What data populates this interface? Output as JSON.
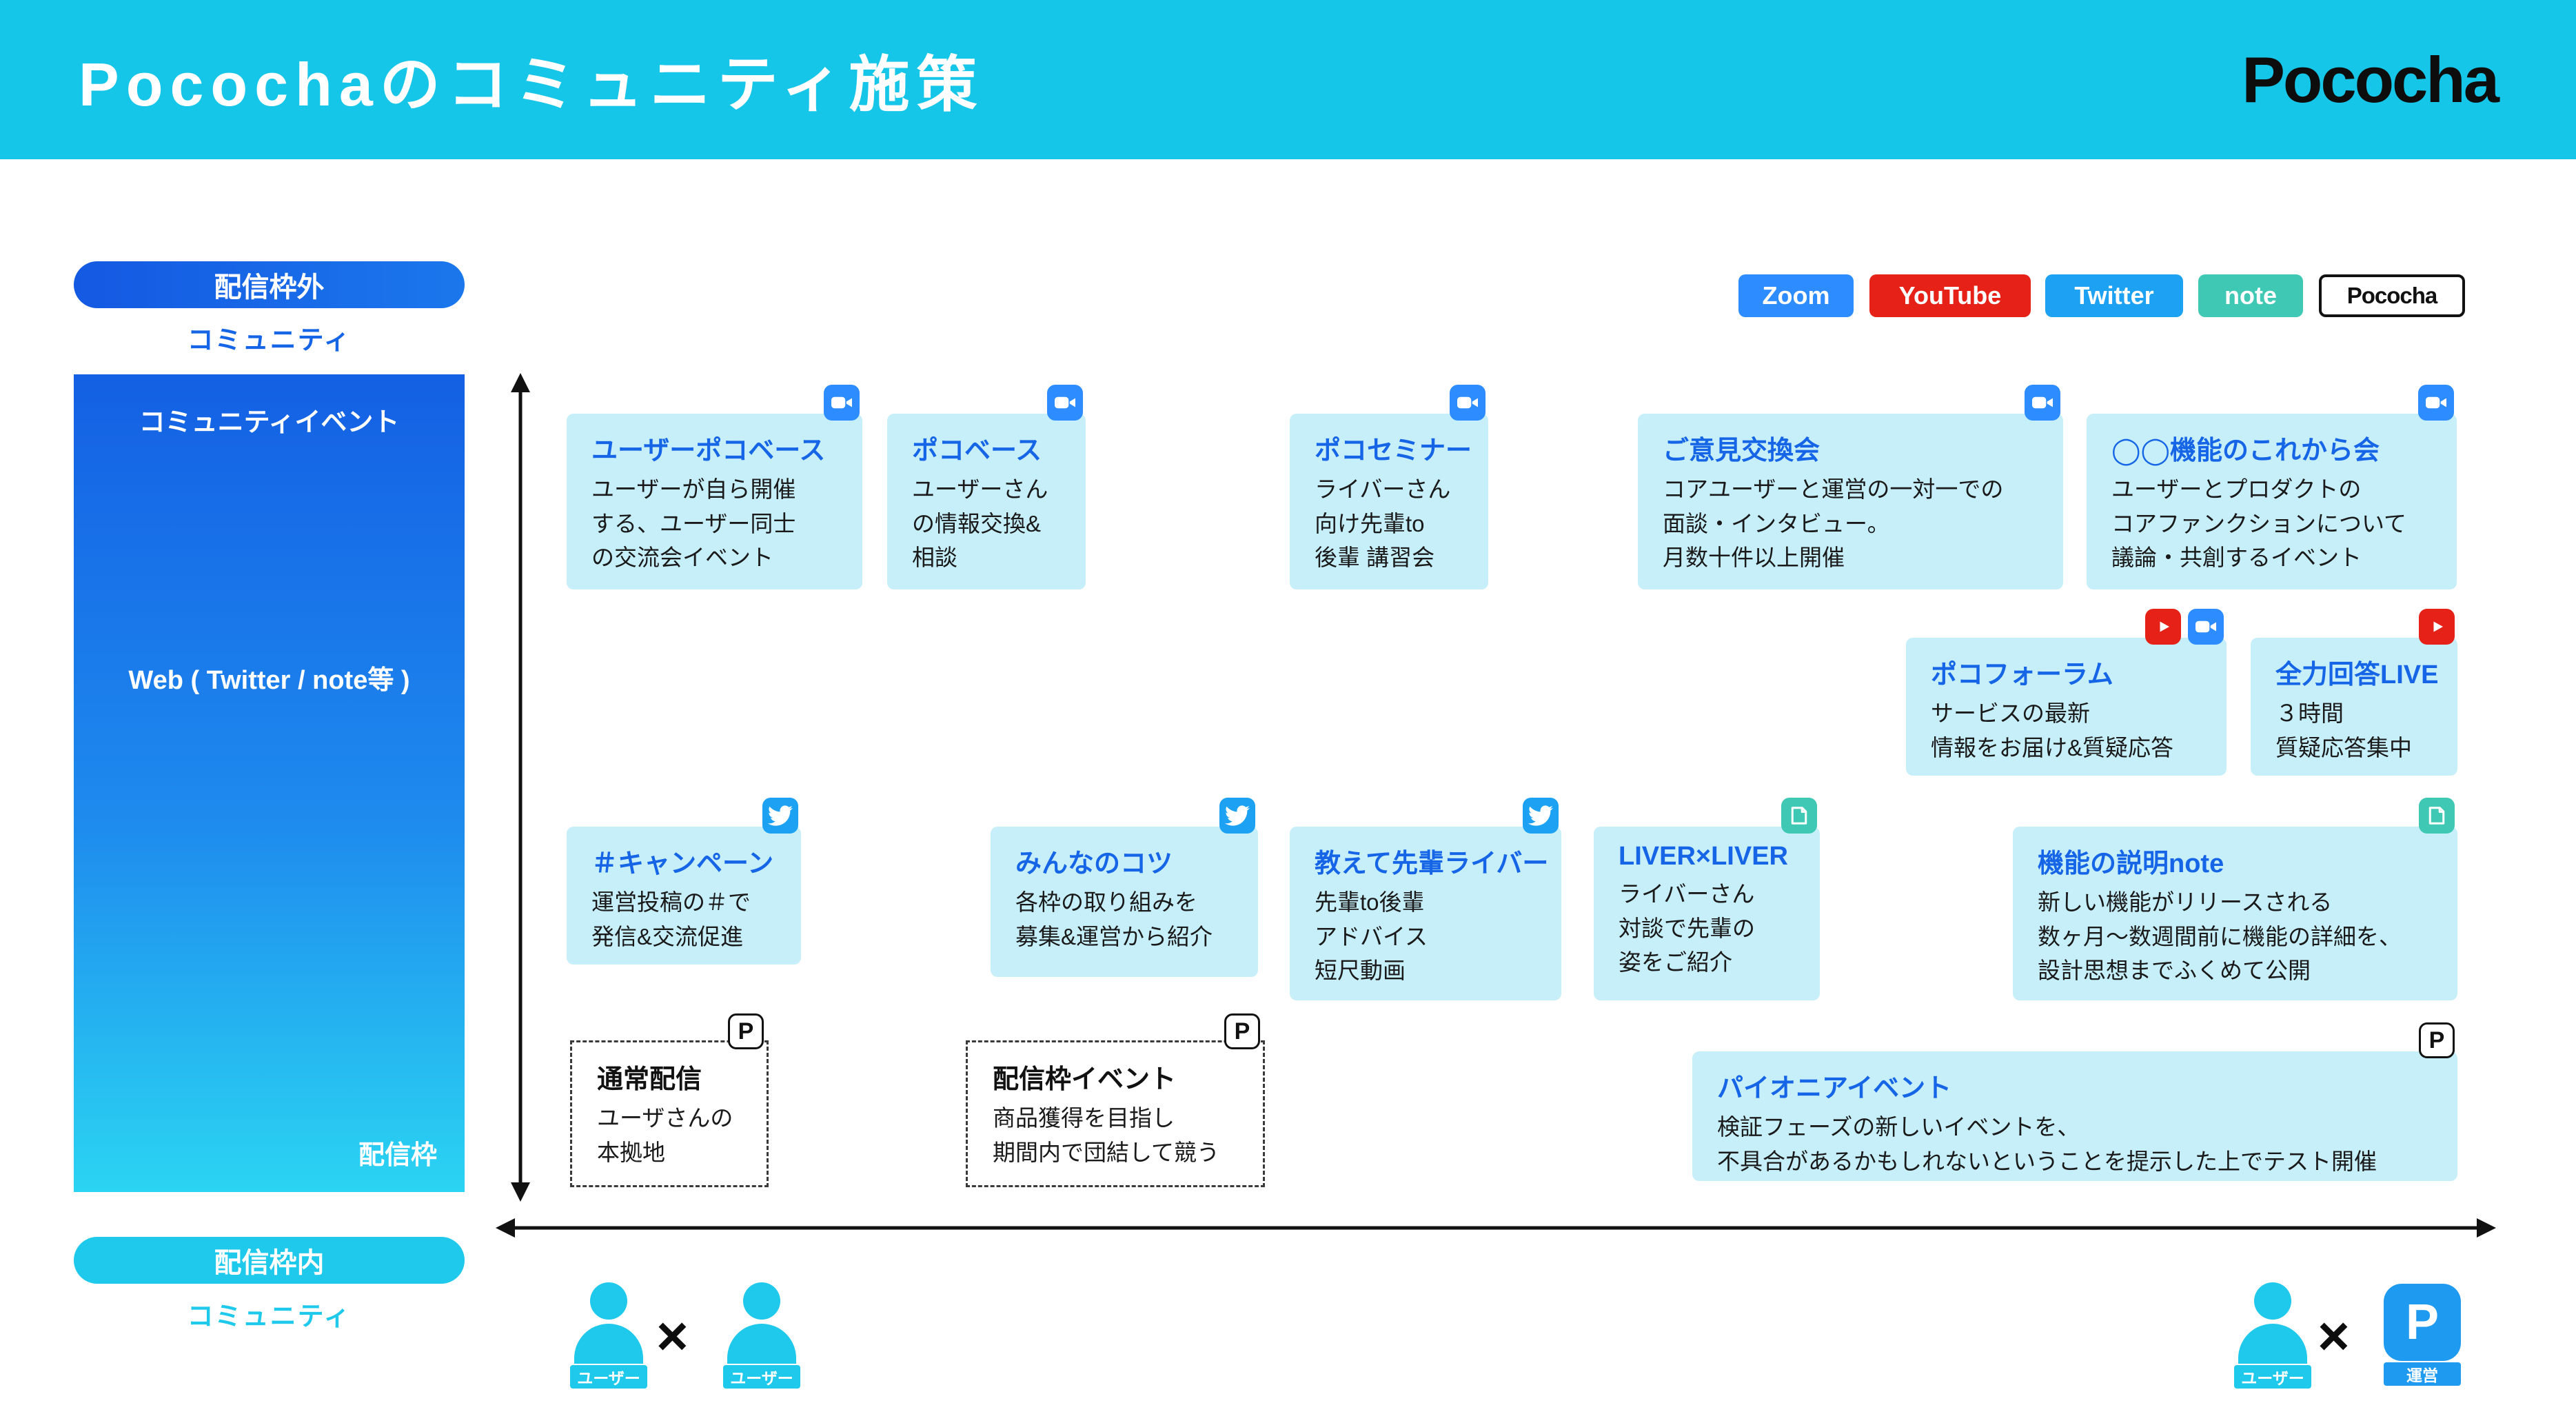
{
  "header": {
    "title": "Pocochaのコミュニティ施策",
    "logo": "Pococha"
  },
  "legend": [
    {
      "id": "zoom",
      "label": "Zoom"
    },
    {
      "id": "youtube",
      "label": "YouTube"
    },
    {
      "id": "twitter",
      "label": "Twitter"
    },
    {
      "id": "note",
      "label": "note"
    },
    {
      "id": "pococha",
      "label": "Pococha"
    }
  ],
  "left_axis": {
    "outside_pill": "配信枠外",
    "outside_sub": "コミュニティ",
    "panel": {
      "top_label": "コミュニティイベント",
      "middle_label": "Web ( Twitter / note等 )",
      "bottom_label": "配信枠"
    },
    "inside_pill": "配信枠内",
    "inside_sub": "コミュニティ"
  },
  "cards": [
    {
      "id": "userpocobase",
      "title": "ユーザーポコベース",
      "lines": [
        "ユーザーが自ら開催",
        "する、ユーザー同士",
        "の交流会イベント"
      ],
      "icons": [
        "zoom"
      ]
    },
    {
      "id": "pocobase",
      "title": "ポコベース",
      "lines": [
        "ユーザーさん",
        "の情報交換&",
        "相談"
      ],
      "icons": [
        "zoom"
      ]
    },
    {
      "id": "pocoseminar",
      "title": "ポコセミナー",
      "lines": [
        "ライバーさん",
        "向け先輩to",
        "後輩 講習会"
      ],
      "icons": [
        "zoom"
      ]
    },
    {
      "id": "goiken",
      "title": "ご意見交換会",
      "lines": [
        "コアユーザーと運営の一対一での",
        "面談・インタビュー。",
        "月数十件以上開催"
      ],
      "icons": [
        "zoom"
      ]
    },
    {
      "id": "korekara",
      "title": "◯◯機能のこれから会",
      "lines": [
        "ユーザーとプロダクトの",
        "コアファンクションについて",
        "議論・共創するイベント"
      ],
      "icons": [
        "zoom"
      ]
    },
    {
      "id": "pocoforum",
      "title": "ポコフォーラム",
      "lines": [
        "サービスの最新",
        "情報をお届け&質疑応答"
      ],
      "icons": [
        "youtube",
        "zoom"
      ]
    },
    {
      "id": "zenryoku",
      "title": "全力回答LIVE",
      "lines": [
        "３時間",
        "質疑応答集中"
      ],
      "icons": [
        "youtube"
      ]
    },
    {
      "id": "hashtag",
      "title": "＃キャンペーン",
      "lines": [
        "運営投稿の＃で",
        "発信&交流促進"
      ],
      "icons": [
        "twitter"
      ]
    },
    {
      "id": "minnanokotsu",
      "title": "みんなのコツ",
      "lines": [
        "各枠の取り組みを",
        "募集&運営から紹介"
      ],
      "icons": [
        "twitter"
      ]
    },
    {
      "id": "oshiete",
      "title": "教えて先輩ライバー",
      "lines": [
        "先輩to後輩",
        "アドバイス",
        "短尺動画"
      ],
      "icons": [
        "twitter"
      ]
    },
    {
      "id": "liverliver",
      "title": "LIVER×LIVER",
      "lines": [
        "ライバーさん",
        "対談で先輩の",
        "姿をご紹介"
      ],
      "icons": [
        "note"
      ]
    },
    {
      "id": "kinosetsumei",
      "title": "機能の説明note",
      "lines": [
        "新しい機能がリリースされる",
        "数ヶ月〜数週間前に機能の詳細を、",
        "設計思想までふくめて公開"
      ],
      "icons": [
        "note"
      ]
    },
    {
      "id": "tsujohaishin",
      "title": "通常配信",
      "lines": [
        "ユーザさんの",
        "本拠地"
      ],
      "icons": [
        "pococha"
      ],
      "style": "dashed"
    },
    {
      "id": "haishinwakuevent",
      "title": "配信枠イベント",
      "lines": [
        "商品獲得を目指し",
        "期間内で団結して競う"
      ],
      "icons": [
        "pococha"
      ],
      "style": "dashed"
    },
    {
      "id": "pioneer",
      "title": "パイオニアイベント",
      "lines": [
        "検証フェーズの新しいイベントを、",
        "不具合があるかもしれないということを提示した上でテスト開催"
      ],
      "icons": [
        "pococha"
      ]
    }
  ],
  "bottom": {
    "users": [
      "ユーザー",
      "ユーザー",
      "ユーザー"
    ],
    "operator_label": "運営",
    "operator_glyph": "P",
    "times": "×"
  },
  "colors": {
    "header_cyan": "#15C6E8",
    "accent_blue": "#1565E6",
    "card_bg": "#C6EFFA",
    "zoom_blue": "#2D8CFF",
    "youtube_red": "#E62117",
    "twitter_blue": "#1DA1F2",
    "note_teal": "#3FC8B4",
    "person_cyan": "#1FC9EB",
    "operator_blue": "#1E9BF0"
  }
}
